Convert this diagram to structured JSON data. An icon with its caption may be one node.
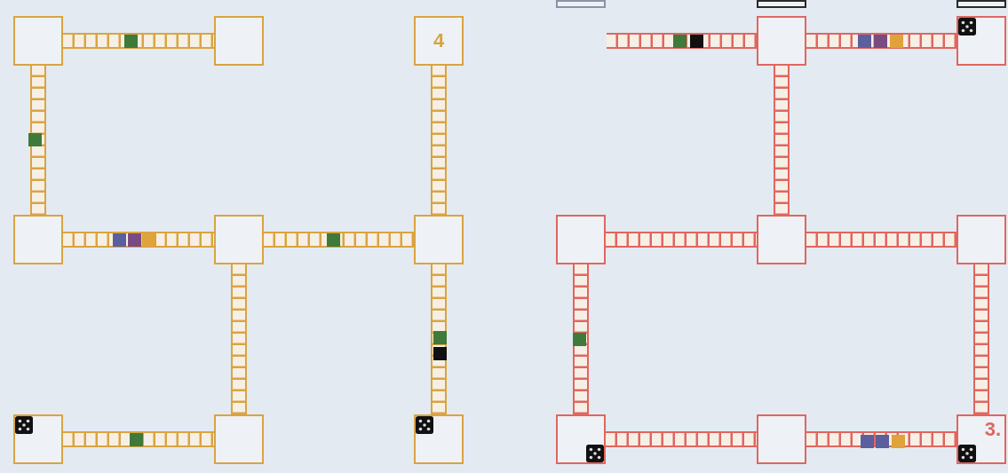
{
  "diagram": {
    "nodes": [
      {
        "text": [],
        "shape": "box"
      },
      {
        "text": [],
        "shape": "box"
      },
      {
        "text": [],
        "shape": "box"
      },
      {
        "text": [],
        "shape": "box"
      },
      {
        "text": [],
        "shape": "box"
      },
      {
        "text": [
          "4"
        ]
      },
      {
        "text": [],
        "shape": "box"
      },
      {
        "text": [],
        "shape": "box"
      },
      {
        "text": [],
        "shape": "box"
      },
      {
        "text": [],
        "shape": "box"
      },
      {
        "text": [],
        "shape": "box"
      },
      {
        "text": [],
        "shape": "box"
      },
      {
        "text": [],
        "shape": "box"
      },
      {
        "text": [],
        "shape": "box"
      },
      {
        "text": [],
        "shape": "box"
      },
      {
        "text": [],
        "shape": "box"
      },
      {
        "text": [],
        "shape": "box"
      },
      {
        "text": [],
        "shape": "box"
      },
      {
        "text": [],
        "shape": "box"
      },
      {
        "text": [
          "3."
        ]
      }
    ],
    "edges": [
      {
        "from": 3,
        "to": 4,
        "arrow": "none",
        "color": "#d9a441"
      },
      {
        "from": 3,
        "to": 8,
        "arrow": "none",
        "color": "#d9a441"
      },
      {
        "from": 8,
        "to": 9,
        "arrow": "none",
        "color": "#d9a441"
      },
      {
        "from": 9,
        "to": 10,
        "arrow": "none",
        "color": "#d9a441"
      },
      {
        "from": 5,
        "to": 10,
        "arrow": "none",
        "color": "#d9a441"
      },
      {
        "from": 9,
        "to": 15,
        "arrow": "none",
        "color": "#d9a441"
      },
      {
        "from": 10,
        "to": 16,
        "arrow": "none",
        "color": "#d9a441"
      },
      {
        "from": 14,
        "to": 15,
        "arrow": "none",
        "color": "#d9a441"
      },
      {
        "from": null,
        "to": 6,
        "arrow": "none"
      },
      {
        "from": 6,
        "to": 7,
        "arrow": "none"
      },
      {
        "from": 6,
        "to": 12,
        "arrow": "none"
      },
      {
        "from": 11,
        "to": 12,
        "arrow": "none"
      },
      {
        "from": 12,
        "to": 13,
        "arrow": "none"
      },
      {
        "from": 11,
        "to": 17,
        "arrow": "none"
      },
      {
        "from": 13,
        "to": 19,
        "arrow": "none"
      },
      {
        "from": 17,
        "to": 18,
        "arrow": "none"
      },
      {
        "from": 18,
        "to": 19,
        "arrow": "none"
      }
    ]
  }
}
